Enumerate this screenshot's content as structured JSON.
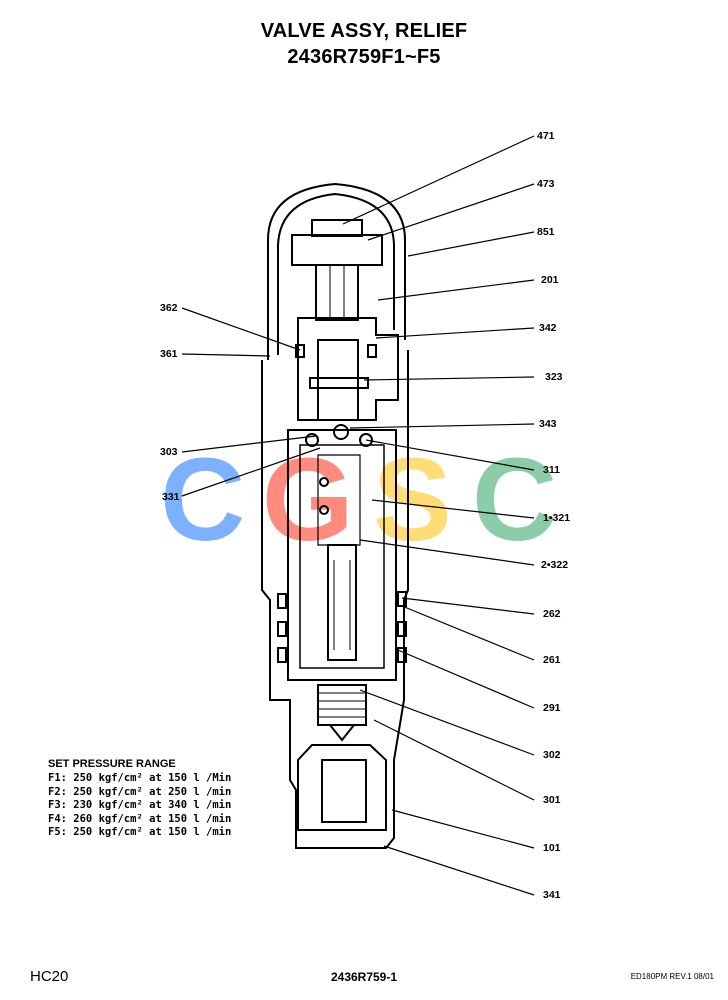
{
  "title": {
    "line1": "VALVE ASSY, RELIEF",
    "line2": "2436R759F1~F5"
  },
  "watermark": {
    "letters": [
      "C",
      "G",
      "S",
      "C"
    ],
    "colors": [
      "#6fa8ff",
      "#ff7f72",
      "#ffd966",
      "#7fc8a0"
    ]
  },
  "parts": {
    "p471": "471",
    "p473": "473",
    "p851": "851",
    "p201": "201",
    "p342": "342",
    "p323": "323",
    "p343": "343",
    "p311": "311",
    "p1321": "1•321",
    "p2322": "2•322",
    "p262": "262",
    "p261": "261",
    "p291": "291",
    "p302": "302",
    "p301": "301",
    "p101": "101",
    "p341": "341",
    "p362": "362",
    "p361": "361",
    "p303": "303",
    "p331": "331"
  },
  "spec": {
    "heading": "SET PRESSURE RANGE",
    "lines": [
      "F1: 250 kgf/cm² at 150 l /Min",
      "F2: 250 kgf/cm² at 250 l /min",
      "F3: 230 kgf/cm² at 340 l /min",
      "F4: 260 kgf/cm² at 150 l /min",
      "F5: 250 kgf/cm² at 150 l /min"
    ]
  },
  "footer": {
    "left": "HC20",
    "center": "2436R759-1",
    "right": "ED180PM REV.1 08/01"
  }
}
